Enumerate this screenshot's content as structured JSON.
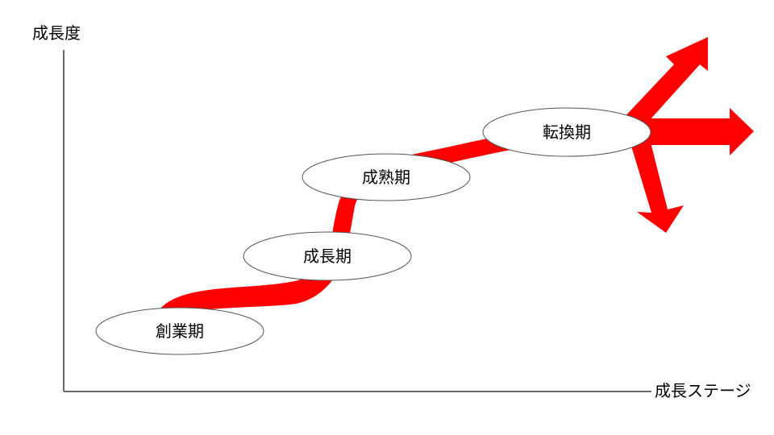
{
  "axes": {
    "y_label": "成長度",
    "x_label": "成長ステージ"
  },
  "stages": [
    {
      "label": "創業期"
    },
    {
      "label": "成長期"
    },
    {
      "label": "成熟期"
    },
    {
      "label": "転換期"
    }
  ],
  "colors": {
    "path": "#ff0000",
    "axis": "#666666",
    "ellipse_stroke": "#555555",
    "ellipse_fill": "#ffffff",
    "text": "#000000"
  }
}
